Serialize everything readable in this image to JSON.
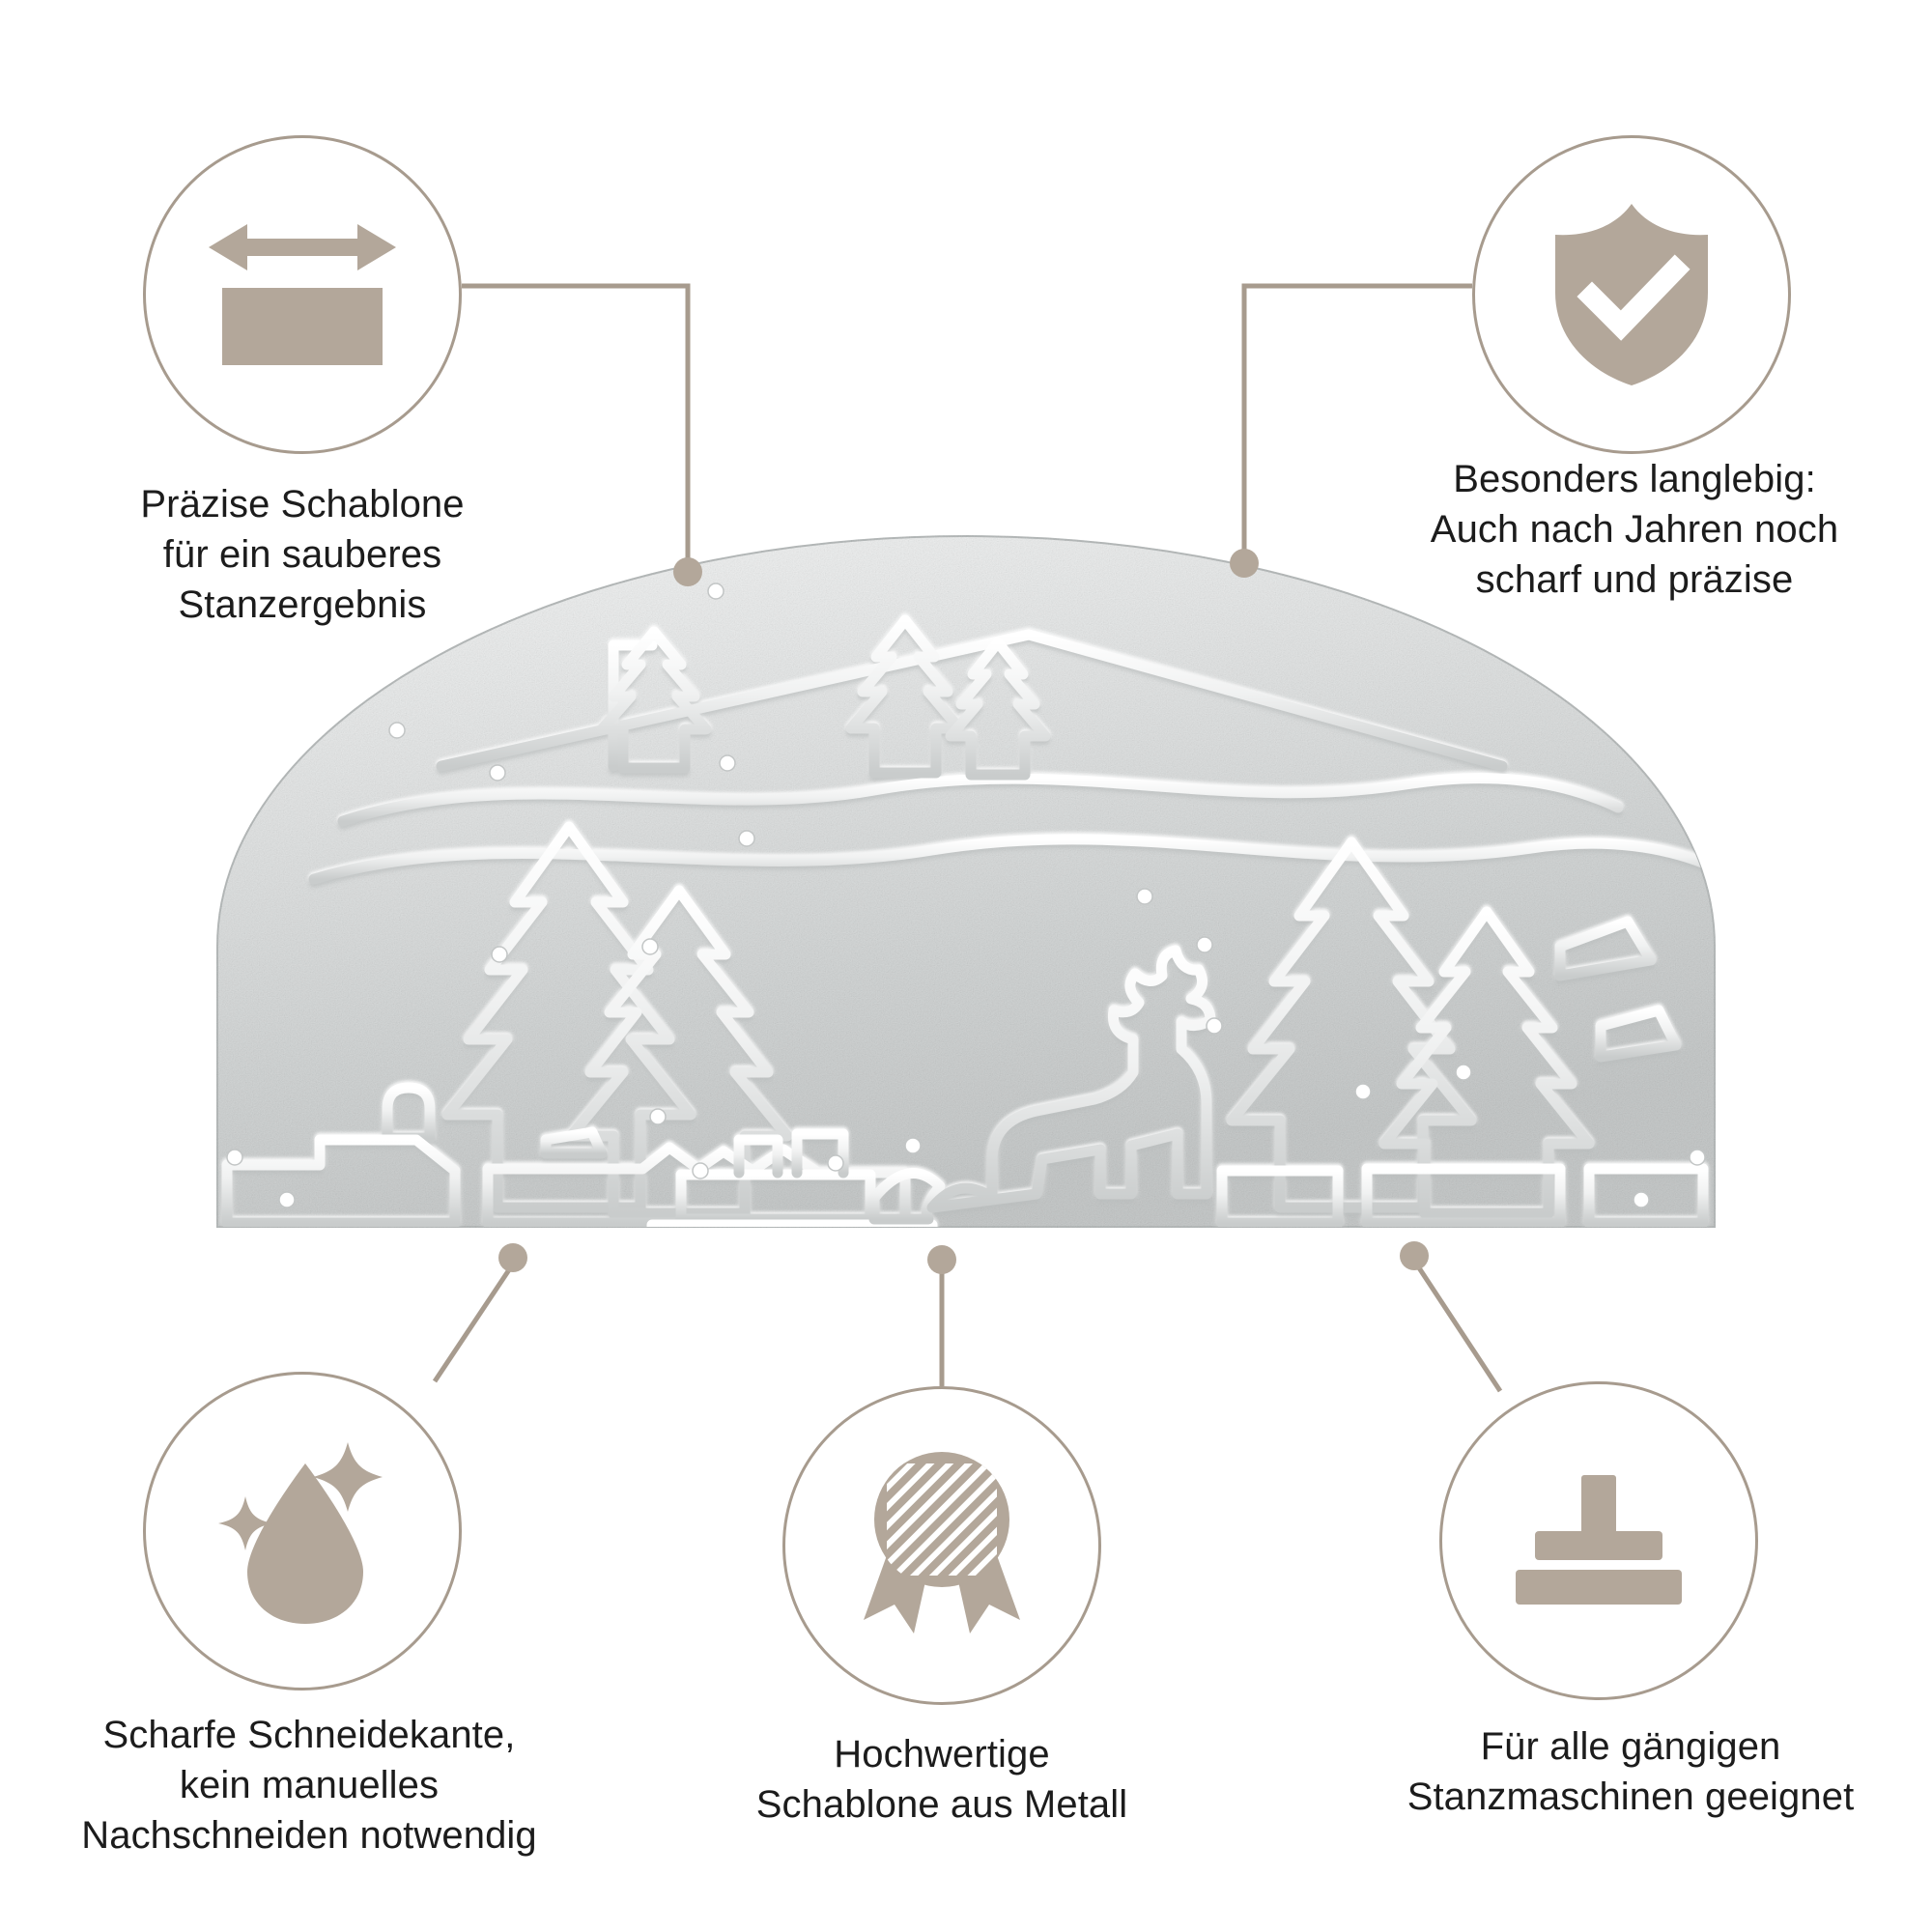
{
  "theme": {
    "accent": "#b3a79a",
    "accent_line": "#a79b8e",
    "text": "#1c1c1c",
    "background": "#ffffff",
    "metal_light": "#f2f3f3",
    "metal_mid": "#d7d9d9",
    "metal_dark": "#b9bcbc"
  },
  "features": [
    {
      "id": "precise-template",
      "icon": "width-arrow-rectangle-icon",
      "caption": "Präzise Schablone\nfür ein sauberes\nStanzergebnis",
      "position": "top-left"
    },
    {
      "id": "long-lasting",
      "icon": "shield-check-icon",
      "caption": "Besonders langlebig:\nAuch nach Jahren noch\nscharf und präzise",
      "position": "top-right"
    },
    {
      "id": "sharp-edge",
      "icon": "droplet-sparkle-icon",
      "caption": "Scharfe Schneidekante,\nkein manuelles\nNachschneiden notwendig",
      "position": "bottom-left"
    },
    {
      "id": "quality-metal",
      "icon": "award-rosette-icon",
      "caption": "Hochwertige\nSchablone aus Metall",
      "position": "bottom-center"
    },
    {
      "id": "machine-compatible",
      "icon": "stamp-press-icon",
      "caption": "Für alle gängigen\nStanzmaschinen geeignet",
      "position": "bottom-right"
    }
  ],
  "product": {
    "name": "metal-cutting-die",
    "shape": "half-circle",
    "motif": "winter-scene-reindeer-sleigh-trees",
    "material": "Metall"
  }
}
